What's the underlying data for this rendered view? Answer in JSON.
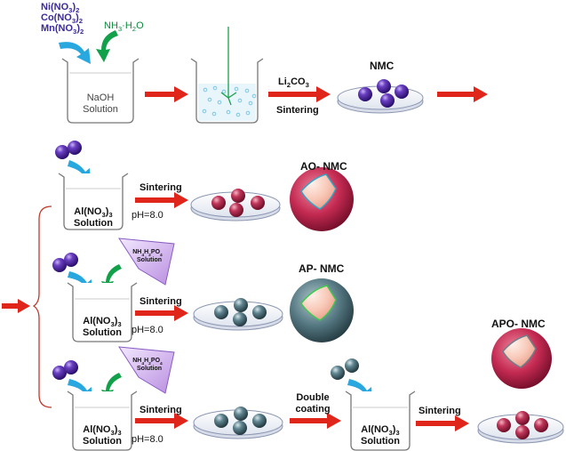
{
  "reagents": {
    "metal_salts": [
      "Ni(NO3)2",
      "Co(NO3)2",
      "Mn(NO3)2"
    ],
    "ammonia": "NH3·H2O"
  },
  "beakers": {
    "naoh_line1": "NaOH",
    "naoh_line2": "Solution",
    "al_line1": "Al(NO3)3",
    "al_line2": "Solution"
  },
  "steps": {
    "li2co3": "Li2CO3",
    "sintering": "Sintering",
    "double_line1": "Double",
    "double_line2": "coating",
    "ph": "pH=8.0",
    "nh4h2po4_line1": "NH4H2PO4",
    "nh4h2po4_line2": "Solution"
  },
  "products": {
    "nmc": "NMC",
    "ao_nmc": "AO- NMC",
    "ap_nmc": "AP- NMC",
    "apo_nmc": "APO- NMC"
  },
  "colors": {
    "arrow_red": "#e0251b",
    "arrow_blue": "#29a7df",
    "arrow_green": "#12a14a",
    "nmc_purple": "#5a2aa8",
    "ao_red": "#b8234a",
    "ap_gray": "#4c6e78",
    "label_purple": "#3b2a9a",
    "label_green": "#0c8a3c",
    "bracket": "#c0392b"
  }
}
